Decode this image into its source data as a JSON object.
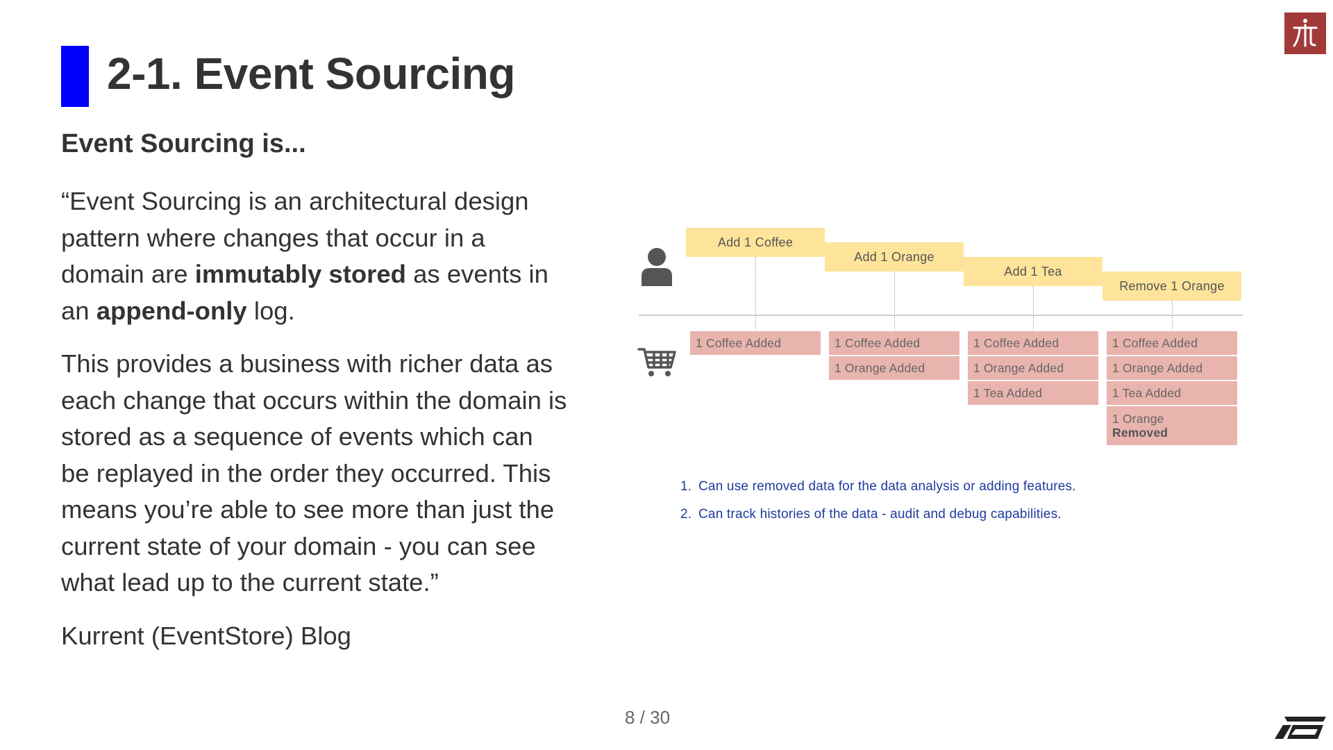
{
  "slide": {
    "title": "2-1. Event Sourcing",
    "subheading": "Event Sourcing is...",
    "quote": {
      "p1_a": "“Event Sourcing is an architectural design pattern where changes that occur in a domain are ",
      "p1_b": "immutably stored",
      "p1_c": " as events in an ",
      "p1_d": "append-only",
      "p1_e": " log.",
      "p2": "This provides a business with richer data as each change that occurs within the domain is stored as a sequence of events which can be replayed in the order they occurred. This means you’re able to see more than just the current state of your domain - you can see what lead up to the current state.”"
    },
    "source": "Kurrent (EventStore) Blog",
    "page_number": "8 / 30"
  },
  "diagram": {
    "commands": [
      "Add 1 Coffee",
      "Add 1 Orange",
      "Add 1 Tea",
      "Remove 1 Orange"
    ],
    "columns": [
      [
        "1 Coffee Added"
      ],
      [
        "1 Coffee Added",
        "1 Orange Added"
      ],
      [
        "1 Coffee Added",
        "1 Orange Added",
        "1 Tea Added"
      ],
      [
        "1 Coffee Added",
        "1 Orange Added",
        "1 Tea Added"
      ]
    ],
    "last_event": {
      "line1": "1 Orange",
      "line2": "Removed"
    },
    "notes": [
      {
        "num": "1.",
        "text": "Can use removed data for the data analysis or adding features."
      },
      {
        "num": "2.",
        "text": "Can track histories of the data - audit and debug capabilities."
      }
    ],
    "icons": {
      "user": "user-icon",
      "cart": "shopping-cart-icon"
    },
    "colors": {
      "command": "#fde49a",
      "event": "#e8b4ad",
      "accent": "#0000ff",
      "note": "#1f3a9e",
      "logo": "#a33a3a"
    }
  }
}
